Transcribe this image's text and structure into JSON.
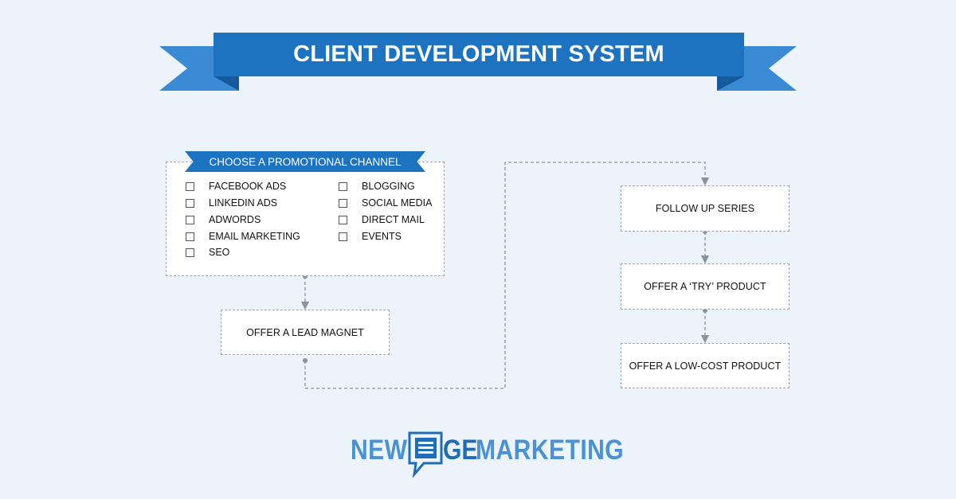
{
  "title": "CLIENT DEVELOPMENT SYSTEM",
  "colors": {
    "background": "#ecf3fa",
    "ribbon_main": "#1e73c1",
    "ribbon_tail": "#3a8bd4",
    "ribbon_fold": "#155a9c",
    "connector": "#8a939c",
    "logo_light": "#4a91d6",
    "logo_dark": "#1e6dba"
  },
  "promo": {
    "heading": "CHOOSE A PROMOTIONAL CHANNEL",
    "options": [
      "FACEBOOK ADS",
      "LINKEDIN ADS",
      "ADWORDS",
      "EMAIL MARKETING",
      "SEO",
      "BLOGGING",
      "SOCIAL MEDIA",
      "DIRECT MAIL",
      "EVENTS"
    ]
  },
  "steps": {
    "lead_magnet": "OFFER A LEAD MAGNET",
    "follow_up": "FOLLOW UP SERIES",
    "try_product": "OFFER A ‘TRY’ PRODUCT",
    "low_cost": "OFFER A LOW-COST PRODUCT"
  },
  "logo": {
    "word1": "NEW",
    "word2": "GE",
    "word3": "MARKETING",
    "icon": "speech-bubble-ed-icon"
  }
}
